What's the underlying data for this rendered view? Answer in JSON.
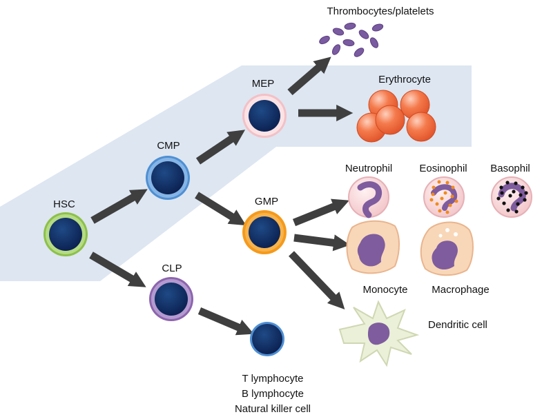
{
  "colors": {
    "band": "#dde6f1",
    "arrow": "#3f3f3f",
    "nucleus": "#0f2a63",
    "hsc_ring": "#8dc04a",
    "cmp_ring": "#4f8fd3",
    "mep_ring": "#f3c0c6",
    "gmp_ring": "#f59a1c",
    "clp_ring": "#8c65ad",
    "erythrocyte": "#f2683b",
    "platelet": "#7a5aa0",
    "myeloid_body": "#f8d7b8",
    "myeloid_nucleus": "#7f5c9e"
  },
  "labels": {
    "hsc": "HSC",
    "cmp": "CMP",
    "mep": "MEP",
    "gmp": "GMP",
    "clp": "CLP",
    "platelets": "Thrombocytes/platelets",
    "erythrocyte": "Erythrocyte",
    "neutrophil": "Neutrophil",
    "eosinophil": "Eosinophil",
    "basophil": "Basophil",
    "monocyte": "Monocyte",
    "macrophage": "Macrophage",
    "dendritic": "Dendritic cell",
    "lymphocytes": [
      "T lymphocyte",
      "B lymphocyte",
      "Natural killer cell"
    ]
  }
}
